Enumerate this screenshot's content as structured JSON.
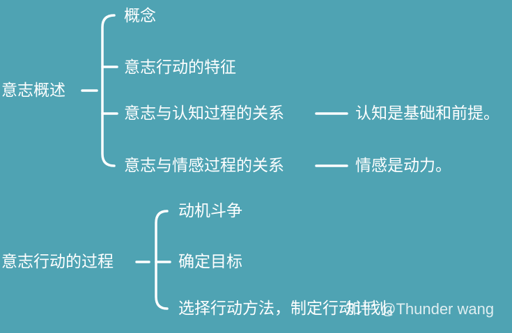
{
  "background_color": "#4fa3b3",
  "line_color": "#ffffff",
  "text_color": "#ffffff",
  "group1": {
    "root": "意志概述",
    "children": [
      "概念",
      "意志行动的特征",
      "意志与认知过程的关系",
      "意志与情感过程的关系"
    ],
    "notes": [
      "认知是基础和前提。",
      "情感是动力。"
    ]
  },
  "group2": {
    "root": "意志行动的过程",
    "children": [
      "动机斗争",
      "确定目标",
      "选择行动方法，制定行动计划。"
    ]
  },
  "watermark": "知乎 @Thunder wang"
}
